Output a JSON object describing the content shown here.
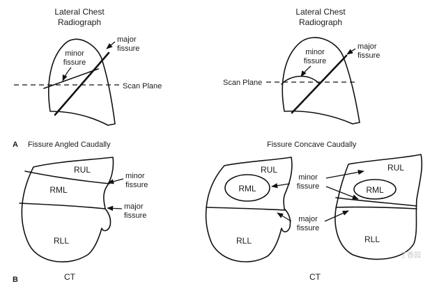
{
  "panel_a": {
    "letter": "A",
    "left": {
      "title_line1": "Lateral Chest",
      "title_line2": "Radiograph",
      "minor_line1": "minor",
      "minor_line2": "fissure",
      "major_line1": "major",
      "major_line2": "fissure",
      "scan_plane": "Scan Plane",
      "caption": "Fissure Angled Caudally"
    },
    "right": {
      "title_line1": "Lateral Chest",
      "title_line2": "Radiograph",
      "minor_line1": "minor",
      "minor_line2": "fissure",
      "major_line1": "major",
      "major_line2": "fissure",
      "scan_plane": "Scan Plane",
      "caption": "Fissure Concave Caudally"
    }
  },
  "panel_b": {
    "letter": "B",
    "left": {
      "rul": "RUL",
      "rml": "RML",
      "rll": "RLL",
      "minor_line1": "minor",
      "minor_line2": "fissure",
      "major_line1": "major",
      "major_line2": "fissure",
      "ct": "CT"
    },
    "right": {
      "rul_1": "RUL",
      "rml_1": "RML",
      "rll_1": "RLL",
      "rul_2": "RUL",
      "rml_2": "RML",
      "rll_2": "RLL",
      "minor_line1": "minor",
      "minor_line2": "fissure",
      "major_line1": "major",
      "major_line2": "fissure",
      "ct": "CT"
    }
  },
  "watermark": "丁香园"
}
